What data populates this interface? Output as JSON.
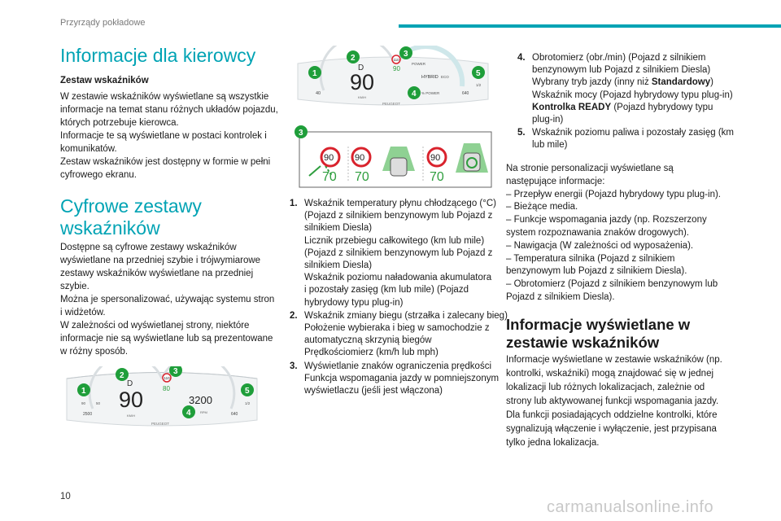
{
  "header": {
    "title": "Przyrządy pokładowe"
  },
  "col1": {
    "title": "Informacje dla kierowcy",
    "subhead": "Zestaw wskaźników",
    "para1": [
      "W zestawie wskaźników wyświetlane są wszystkie",
      "informacje na temat stanu różnych układów pojazdu,",
      "których potrzebuje kierowca.",
      "Informacje te są wyświetlane w postaci kontrolek i",
      "komunikatów.",
      "Zestaw wskaźników jest dostępny w formie w pełni",
      "cyfrowego ekranu."
    ],
    "section_title": [
      "Cyfrowe zestawy",
      "wskaźników"
    ],
    "para2": [
      "Dostępne są cyfrowe zestawy wskaźników",
      "wyświetlane na przedniej szybie i trójwymiarowe",
      "zestawy wskaźników wyświetlane na przedniej",
      "szybie.",
      "Można je spersonalizować, używając systemu stron",
      "i widżetów.",
      "W zależności od wyświetlanej strony, niektóre",
      "informacje nie są wyświetlane lub są prezentowane",
      "w różny sposób."
    ],
    "cluster": {
      "gear": "D",
      "speed": "90",
      "speed_unit": "KM/H",
      "rpm": "3200",
      "rpm_unit": "RPM",
      "limit": "110",
      "limit_set": "80",
      "range_left": "2500",
      "range_right": "640",
      "brand": "PEUGEOT",
      "temp_scale": [
        "90",
        "50"
      ],
      "fuel_scale": [
        "1/2"
      ],
      "callouts": [
        "1",
        "2",
        "3",
        "4",
        "5"
      ]
    }
  },
  "col2": {
    "cluster": {
      "gear": "D",
      "speed": "90",
      "speed_unit": "KM/H",
      "limit": "110",
      "limit_set": "90",
      "power_label": "POWER",
      "eco_label": "ECO",
      "mode_label": "HYBRID",
      "power_unit": "% POWER",
      "range_left": "40",
      "range_right": "640",
      "brand": "PEUGEOT",
      "fuel_scale": [
        "1/2"
      ],
      "callouts": [
        "1",
        "2",
        "3",
        "4",
        "5"
      ]
    },
    "signs": {
      "callout": "3",
      "limit": "90",
      "speeds": [
        "70",
        "70",
        "70"
      ]
    },
    "items": [
      {
        "num": "1.",
        "lines": [
          "Wskaźnik temperatury płynu chłodzącego (°C)",
          "(Pojazd z silnikiem benzynowym lub Pojazd z",
          "silnikiem Diesla)",
          "Licznik przebiegu całkowitego (km lub mile)",
          "(Pojazd z silnikiem benzynowym lub Pojazd z",
          "silnikiem Diesla)",
          "Wskaźnik poziomu naładowania akumulatora",
          "i pozostały zasięg (km lub mile) (Pojazd",
          "hybrydowy typu plug-in)"
        ]
      },
      {
        "num": "2.",
        "lines": [
          "Wskaźnik zmiany biegu (strzałka i zalecany bieg)",
          "Położenie wybieraka i bieg w samochodzie z",
          "automatyczną skrzynią biegów",
          "Prędkościomierz (km/h lub mph)"
        ]
      },
      {
        "num": "3.",
        "lines": [
          "Wyświetlanie znaków ograniczenia prędkości",
          "Funkcja wspomagania jazdy w pomniejszonym",
          "wyświetlaczu (jeśli jest włączona)"
        ]
      }
    ]
  },
  "col3": {
    "item4": {
      "num": "4.",
      "l1": "Obrotomierz (obr./min) (Pojazd z silnikiem",
      "l2": "benzynowym lub Pojazd z silnikiem Diesla)",
      "l3a": "Wybrany tryb jazdy (inny niż ",
      "l3b": "Standardowy",
      "l3c": ")",
      "l4": "Wskaźnik mocy (Pojazd hybrydowy typu plug-in)",
      "l5a": "Kontrolka READY",
      "l5b": " (Pojazd hybrydowy typu",
      "l6": "plug-in)"
    },
    "item5": {
      "num": "5.",
      "lines": [
        "Wskaźnik poziomu paliwa i pozostały zasięg (km",
        "lub mile)"
      ]
    },
    "para_info": [
      "Na stronie personalizacji wyświetlane są",
      "następujące informacje:",
      "–  Przepływ energii (Pojazd hybrydowy typu plug-in).",
      "–  Bieżące media.",
      "–  Funkcje wspomagania jazdy (np. Rozszerzony",
      "system rozpoznawania znaków drogowych).",
      "–  Nawigacja (W zależności od wyposażenia).",
      "–  Temperatura silnika (Pojazd z silnikiem",
      "benzynowym lub Pojazd z silnikiem Diesla).",
      "–  Obrotomierz (Pojazd z silnikiem benzynowym lub",
      "Pojazd z silnikiem Diesla)."
    ],
    "section_title": [
      "Informacje wyświetlane w",
      "zestawie wskaźników"
    ],
    "para_last": [
      "Informacje wyświetlane w zestawie wskaźników (np.",
      "kontrolki, wskaźniki) mogą znajdować się w jednej",
      "lokalizacji lub różnych lokalizacjach, zależnie od",
      "strony lub aktywowanej funkcji wspomagania jazdy.",
      "Dla funkcji posiadających oddzielne kontrolki, które",
      "sygnalizują włączenie i wyłączenie, jest przypisana",
      "tylko jedna lokalizacja."
    ]
  },
  "footer": {
    "page": "10",
    "watermark": "carmanualsonline.info"
  },
  "colors": {
    "accent": "#00a3b4",
    "callout": "#1f9e3a",
    "sign_red": "#d9232d",
    "speed_green": "#2e9e3e"
  }
}
